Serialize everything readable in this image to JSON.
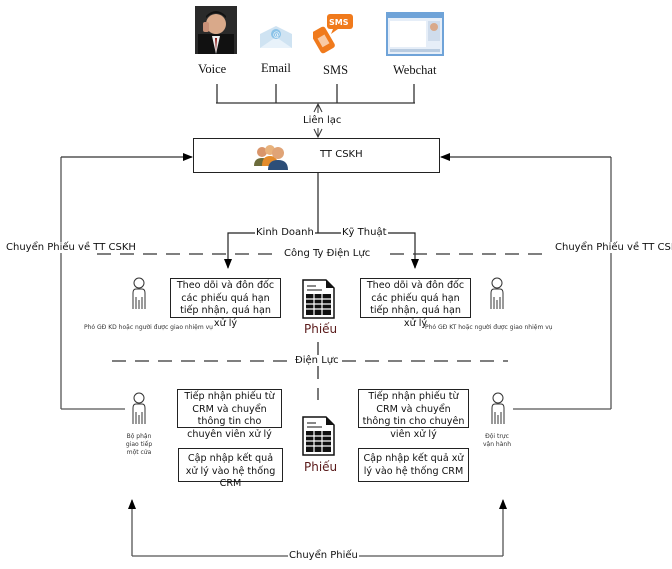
{
  "channels": [
    {
      "label": "Voice",
      "icon": "person-phone-photo"
    },
    {
      "label": "Email",
      "icon": "email-envelope-icon"
    },
    {
      "label": "SMS",
      "icon": "sms-phone-icon"
    },
    {
      "label": "Webchat",
      "icon": "webchat-window-icon"
    }
  ],
  "contact_label": "Liên lạc",
  "center": {
    "title": "TT CSKH",
    "icon": "support-team-icon"
  },
  "branches": {
    "business": "Kinh Doanh",
    "technical": "Kỹ Thuật"
  },
  "zones": {
    "company": "Công Ty Điện Lực",
    "local": "Điện Lực"
  },
  "return_labels": {
    "left": "Chuyển Phiếu về TT CSKH",
    "right": "Chuyển Phiếu về TT CSKH"
  },
  "company_level": {
    "left_task": "Theo dõi và đôn đốc các phiếu quá hạn tiếp nhận, quá hạn xử lý",
    "right_task": "Theo dõi và đôn đốc các phiếu quá hạn tiếp nhận, quá hạn xử lý",
    "left_actor": "Phó GĐ KD hoặc người được giao nhiệm vụ",
    "right_actor": "Phó GĐ KT hoặc người được giao nhiệm vụ",
    "ticket_label": "Phiếu"
  },
  "local_level": {
    "left_receive": "Tiếp nhận phiếu từ CRM và chuyển thông tin cho chuyên viên xử lý",
    "left_update": "Cập nhập kết quả xử lý vào hệ thống CRM",
    "right_receive": "Tiếp nhận phiếu từ CRM và chuyển thông tin cho chuyên viên xử lý",
    "right_update": "Cập nhập kết quả xử lý vào hệ thống CRM",
    "left_actor": "Bộ phận giao tiếp một cửa",
    "right_actor": "Đội trực vận hành",
    "ticket_label": "Phiếu"
  },
  "transfer_label": "Chuyển Phiếu"
}
